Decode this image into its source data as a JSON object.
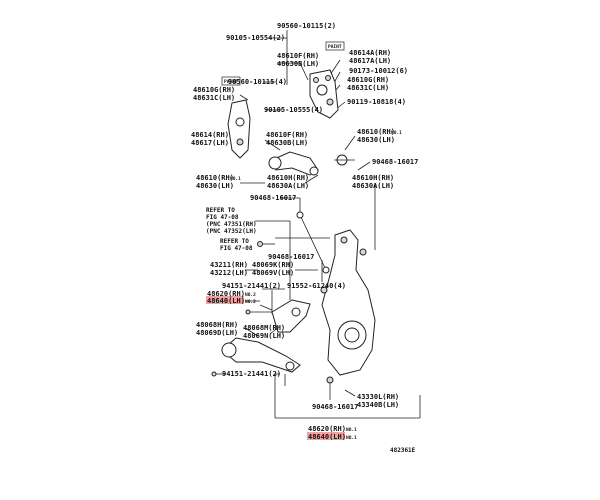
{
  "labels": {
    "p1": "90560-10115(2)",
    "p2": "90105-10554(2)",
    "p3a": "48610F(RH)",
    "p3b": "48630B(LH)",
    "p4a": "48614A(RH)",
    "p4b": "48617A(LH)",
    "p5": "90173-10012(6)",
    "p6a": "48610G(RH)",
    "p6b": "48631C(LH)",
    "p7": "90119-10818(4)",
    "p8": "90560-10115(4)",
    "p9a": "48610G(RH)",
    "p9b": "48631C(LH)",
    "p10": "90105-10555(4)",
    "p11a": "48614(RH)",
    "p11b": "48617(LH)",
    "p12a": "48610F(RH)",
    "p12b": "48630B(LH)",
    "p13a": "48610(RH)",
    "p13b": "48630(LH)",
    "p13note": "NO.1",
    "p14": "90468-16017",
    "p15a": "48610(RH)",
    "p15b": "48630(LH)",
    "p15note": "NO.1",
    "p16a": "48610H(RH)",
    "p16b": "48630A(LH)",
    "p17a": "48610H(RH)",
    "p17b": "48630A(LH)",
    "p18": "90468-16017",
    "ref1": [
      "REFER TO",
      "FIG 47-08",
      "(PNC 47351(RH)",
      "(PNC 47352(LH)"
    ],
    "ref2": [
      "REFER TO",
      "FIG 47-08"
    ],
    "p19": "90468-16017",
    "p20a": "43211(RH)",
    "p20b": "43212(LH)",
    "p21a": "48069K(RH)",
    "p21b": "48069V(LH)",
    "p22": "94151-21441(2)",
    "p23": "91552-G1240(4)",
    "p24a": "48620(RH)",
    "p24b": "48640(LH)",
    "p24note": "NO.2",
    "p25a": "48068H(RH)",
    "p25b": "48069D(LH)",
    "p26a": "48068M(RH)",
    "p26b": "48069N(LH)",
    "p27": "94151-21441(2)",
    "p28a": "43330L(RH)",
    "p28b": "43340B(LH)",
    "p29": "90468-16017",
    "p30a": "48620(RH)",
    "p30b": "48640(LH)",
    "p30note": "NO.1",
    "paint1": "PAINT",
    "paint2": "PAINT",
    "figno": "482361E"
  }
}
